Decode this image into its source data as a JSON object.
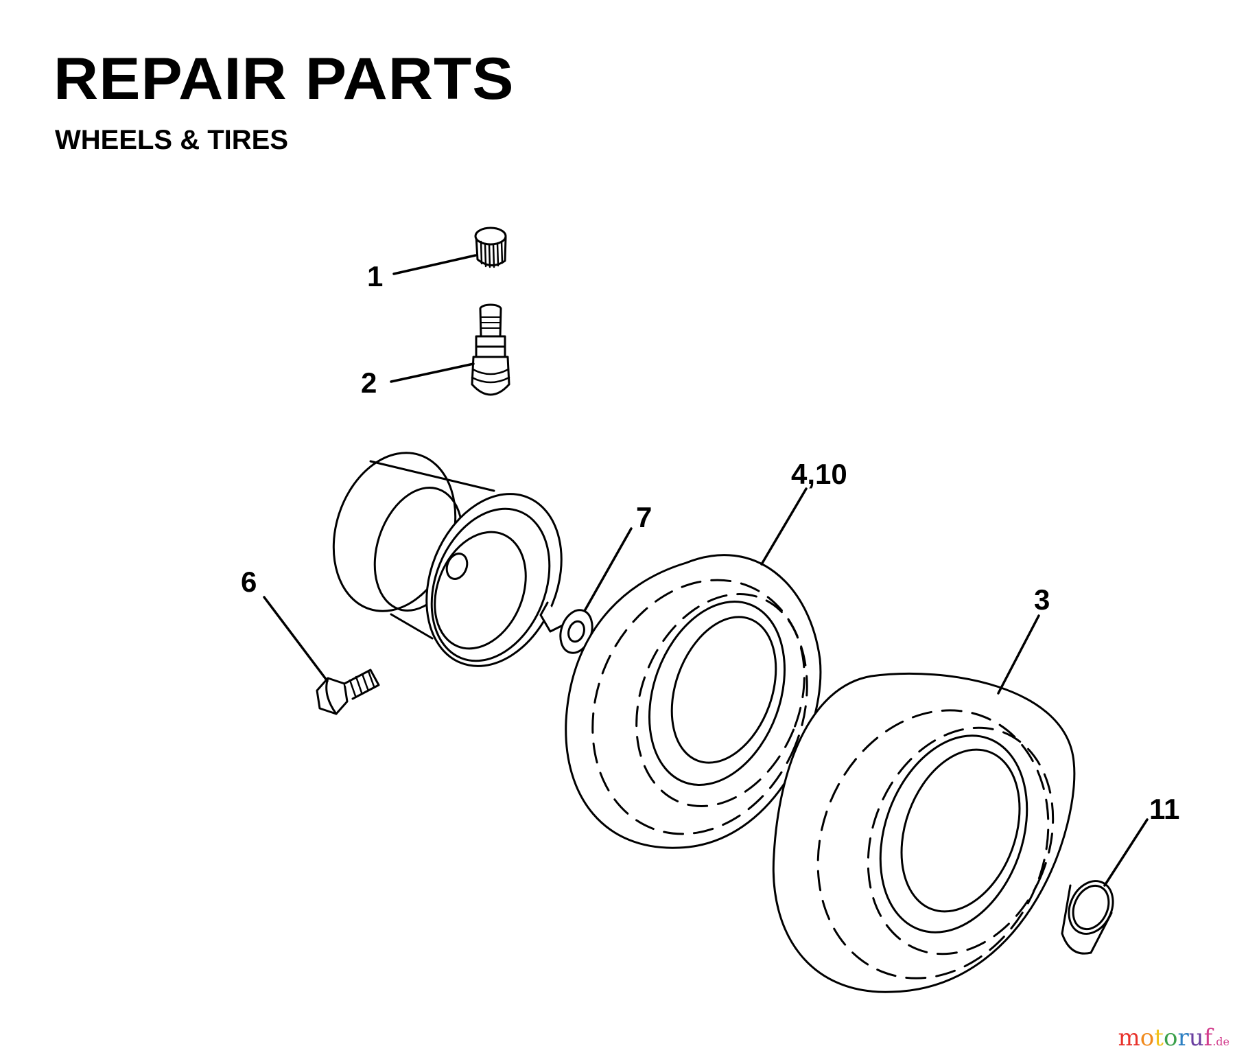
{
  "header": {
    "title": "REPAIR PARTS",
    "subtitle": "WHEELS & TIRES"
  },
  "callouts": [
    {
      "id": "1",
      "label": "1",
      "part": "valve-cap"
    },
    {
      "id": "2",
      "label": "2",
      "part": "valve-stem"
    },
    {
      "id": "3",
      "label": "3",
      "part": "tire"
    },
    {
      "id": "4-10",
      "label": "4,10",
      "part": "tire"
    },
    {
      "id": "6",
      "label": "6",
      "part": "bolt"
    },
    {
      "id": "7",
      "label": "7",
      "part": "bushing"
    },
    {
      "id": "11",
      "label": "11",
      "part": "bushing"
    }
  ],
  "watermark": {
    "text": "motoruf",
    "suffix": ".de",
    "colors": [
      "#e8322b",
      "#f08a1c",
      "#f2c21b",
      "#3aa04a",
      "#2b7fc2",
      "#6a3fa0",
      "#d23c8c"
    ]
  },
  "colors": {
    "ink": "#000000",
    "paper": "#ffffff"
  }
}
